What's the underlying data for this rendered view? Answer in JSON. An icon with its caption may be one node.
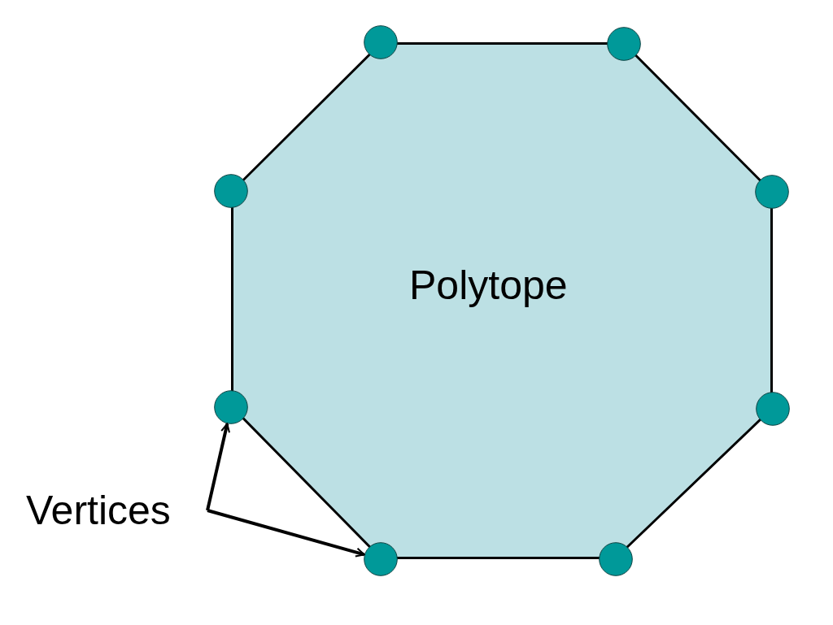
{
  "diagram": {
    "nodes": [
      {
        "text": [
          "Polytope"
        ]
      },
      {
        "text": [],
        "shape": "circle"
      },
      {
        "text": [],
        "shape": "circle"
      },
      {
        "text": [],
        "shape": "circle"
      },
      {
        "text": [],
        "shape": "circle"
      },
      {
        "text": [],
        "shape": "circle"
      },
      {
        "text": [],
        "shape": "circle"
      },
      {
        "text": [],
        "shape": "circle"
      },
      {
        "text": [],
        "shape": "circle"
      },
      {
        "text": [
          "Vertices"
        ]
      }
    ],
    "edges": [
      {
        "from": 9,
        "to": 5,
        "arrow": "to"
      },
      {
        "from": 9,
        "to": 7,
        "arrow": "to"
      }
    ]
  }
}
